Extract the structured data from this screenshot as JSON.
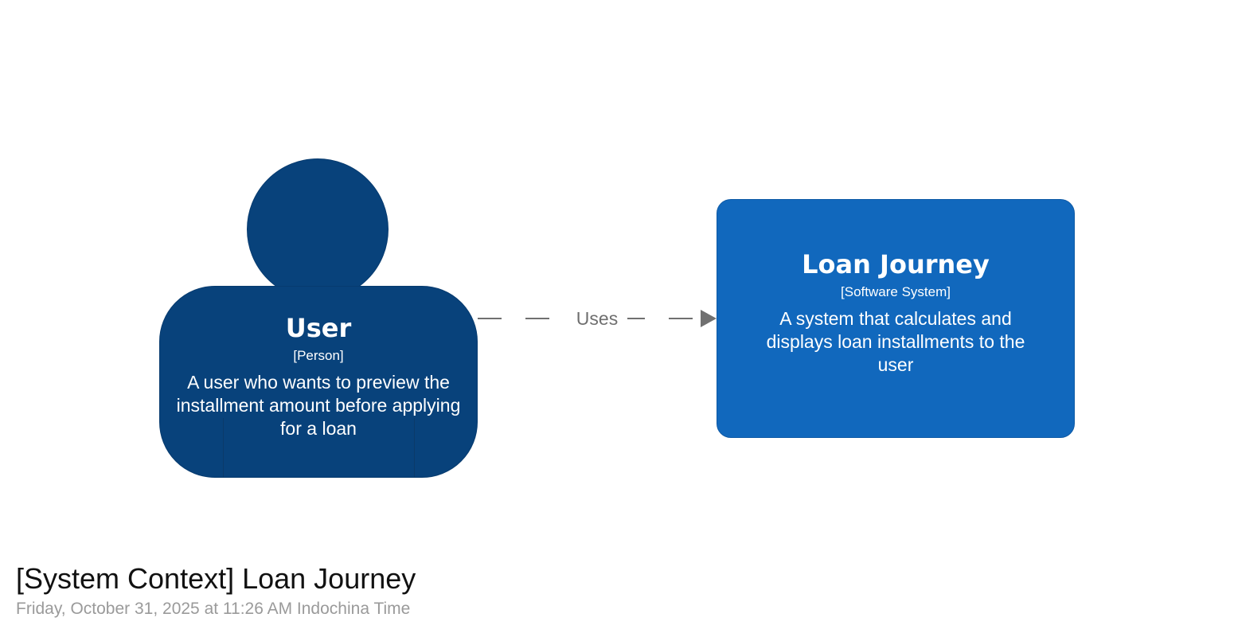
{
  "diagram": {
    "title": "[System Context] Loan Journey",
    "timestamp": "Friday, October 31, 2025 at 11:26 AM Indochina Time"
  },
  "person": {
    "name": "User",
    "type": "[Person]",
    "description": "A user who wants to preview the installment amount before applying for a loan",
    "color": "#08427b"
  },
  "software_system": {
    "name": "Loan Journey",
    "type": "[Software System]",
    "description": "A system that calculates and displays loan installments to the user",
    "color": "#1168bd"
  },
  "relationship": {
    "label": "Uses",
    "color": "#707070",
    "style": "dashed",
    "arrowhead": "triangle"
  }
}
